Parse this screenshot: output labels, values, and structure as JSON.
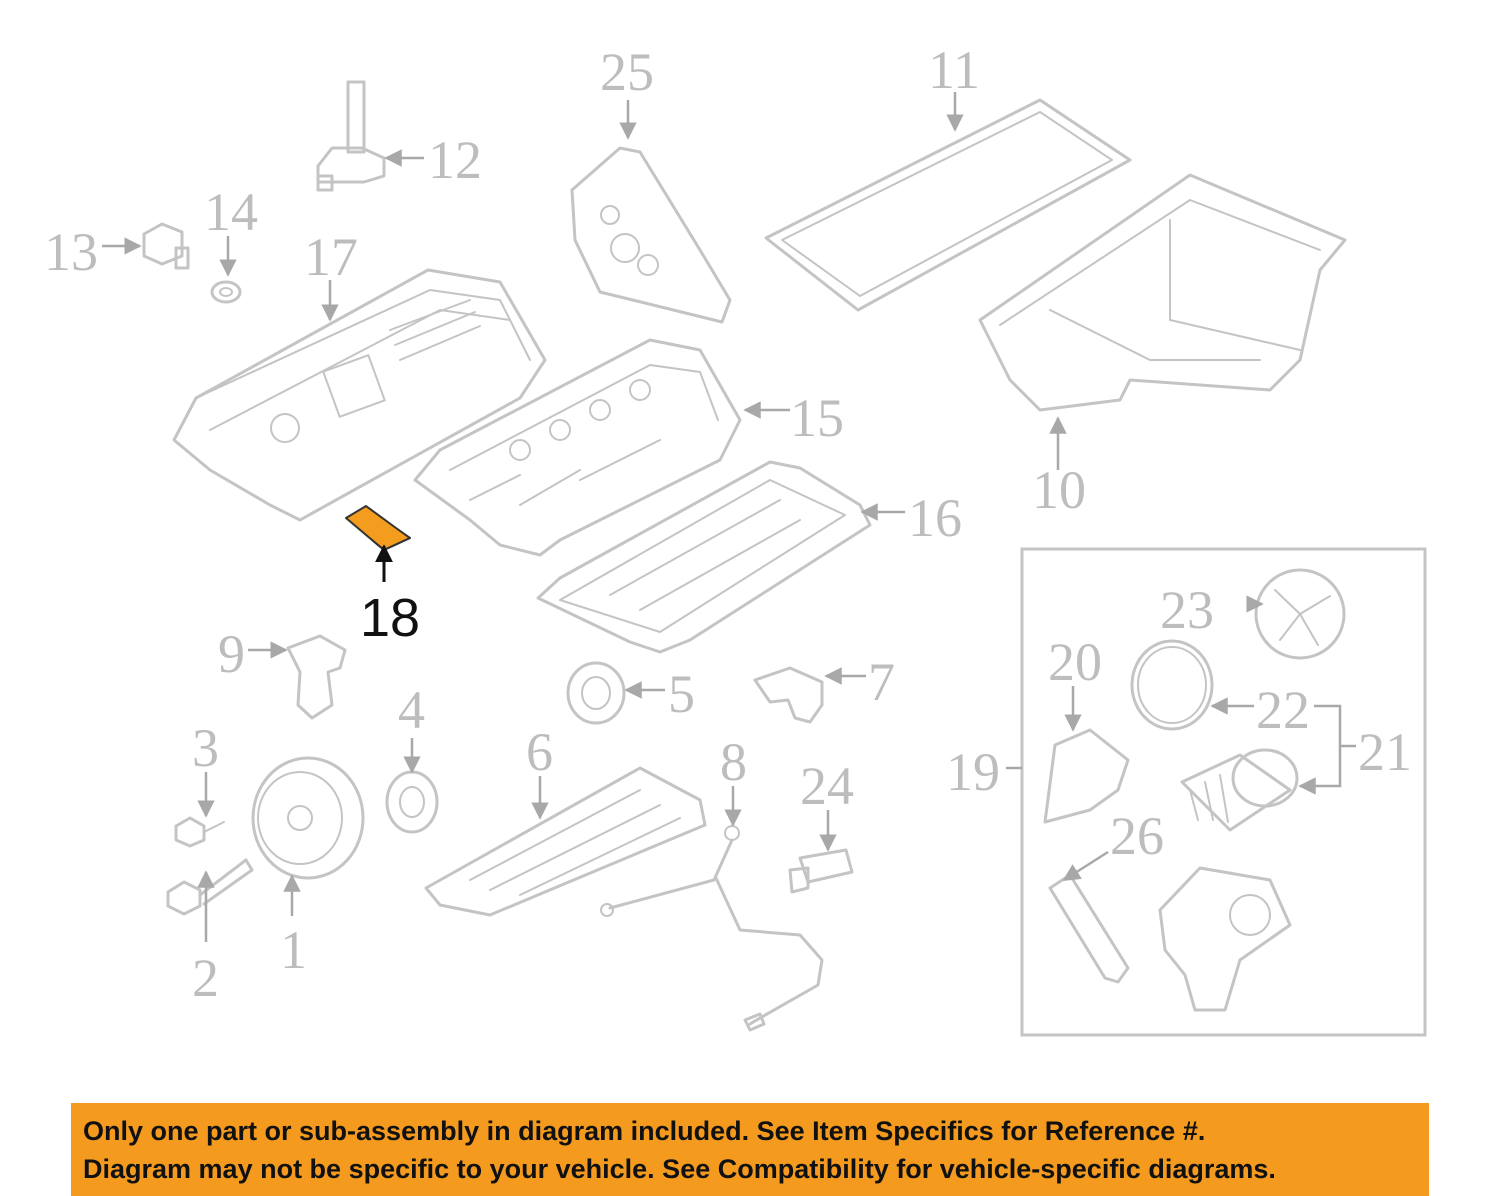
{
  "colors": {
    "highlight": "#f39c1e",
    "banner": "#f39a1f",
    "parts": "#c4c4c4",
    "labels": "#bdbdbd",
    "highlight_label": "#111111"
  },
  "highlighted_part": "18",
  "labels": {
    "p1": "1",
    "p2": "2",
    "p3": "3",
    "p4": "4",
    "p5": "5",
    "p6": "6",
    "p7": "7",
    "p8": "8",
    "p9": "9",
    "p10": "10",
    "p11": "11",
    "p12": "12",
    "p13": "13",
    "p14": "14",
    "p15": "15",
    "p16": "16",
    "p17": "17",
    "p18": "18",
    "p19": "19",
    "p20": "20",
    "p21": "21",
    "p22": "22",
    "p23": "23",
    "p24": "24",
    "p25": "25",
    "p26": "26"
  },
  "notice": {
    "line1": "Only one part or sub-assembly in diagram included. See Item Specifics for Reference #.",
    "line2": "Diagram may not be specific to your vehicle. See Compatibility for vehicle-specific diagrams."
  }
}
